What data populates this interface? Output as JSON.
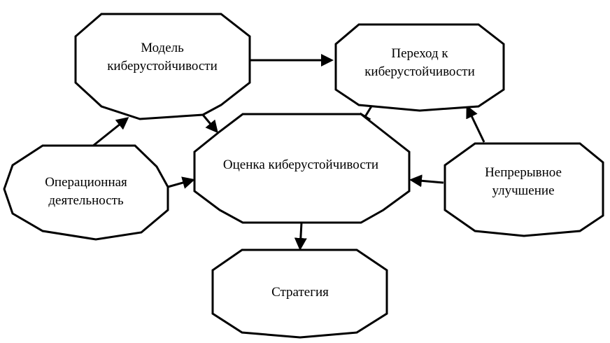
{
  "nodes": {
    "model": {
      "line1": "Модель",
      "line2": "киберустойчивости"
    },
    "transition": {
      "line1": "Переход к",
      "line2": "киберустойчивости"
    },
    "assessment": {
      "line1": "Оценка киберустойчивости"
    },
    "operations": {
      "line1": "Операционная",
      "line2": "деятельность"
    },
    "improvement": {
      "line1": "Непрерывное",
      "line2": "улучшение"
    },
    "strategy": {
      "line1": "Стратегия"
    }
  },
  "edges": [
    {
      "from": "model",
      "to": "transition"
    },
    {
      "from": "transition",
      "to": "assessment"
    },
    {
      "from": "model",
      "to": "assessment"
    },
    {
      "from": "operations",
      "to": "model"
    },
    {
      "from": "operations",
      "to": "assessment"
    },
    {
      "from": "improvement",
      "to": "transition"
    },
    {
      "from": "improvement",
      "to": "assessment"
    },
    {
      "from": "assessment",
      "to": "strategy"
    }
  ]
}
